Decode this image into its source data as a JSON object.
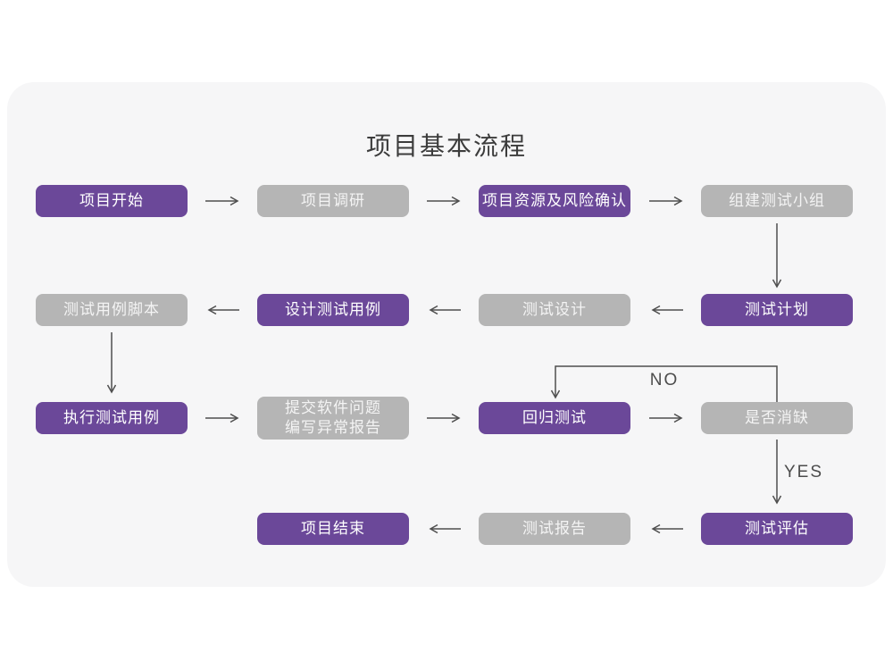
{
  "title": "项目基本流程",
  "colors": {
    "page_background": "#ffffff",
    "card_background": "#f6f6f7",
    "node_purple": "#6b4899",
    "node_gray": "#b5b5b5",
    "node_text": "#ffffff",
    "arrow": "#4f4f4f",
    "title_text": "#3c3c3c"
  },
  "nodes": [
    {
      "label": "项目开始",
      "variant": "purple"
    },
    {
      "label": "项目调研",
      "variant": "gray"
    },
    {
      "label": "项目资源及风险确认",
      "variant": "purple"
    },
    {
      "label": "组建测试小组",
      "variant": "gray"
    },
    {
      "label": "测试用例脚本",
      "variant": "gray"
    },
    {
      "label": "设计测试用例",
      "variant": "purple"
    },
    {
      "label": "测试设计",
      "variant": "gray"
    },
    {
      "label": "测试计划",
      "variant": "purple"
    },
    {
      "label": "执行测试用例",
      "variant": "purple"
    },
    {
      "lines": [
        "提交软件问题",
        "编写异常报告"
      ],
      "variant": "gray"
    },
    {
      "label": "回归测试",
      "variant": "purple"
    },
    {
      "label": "是否消缺",
      "variant": "gray"
    },
    {
      "label": "测试评估",
      "variant": "purple"
    },
    {
      "label": "测试报告",
      "variant": "gray"
    },
    {
      "label": "项目结束",
      "variant": "purple"
    }
  ],
  "edge_labels": {
    "no": "NO",
    "yes": "YES"
  }
}
